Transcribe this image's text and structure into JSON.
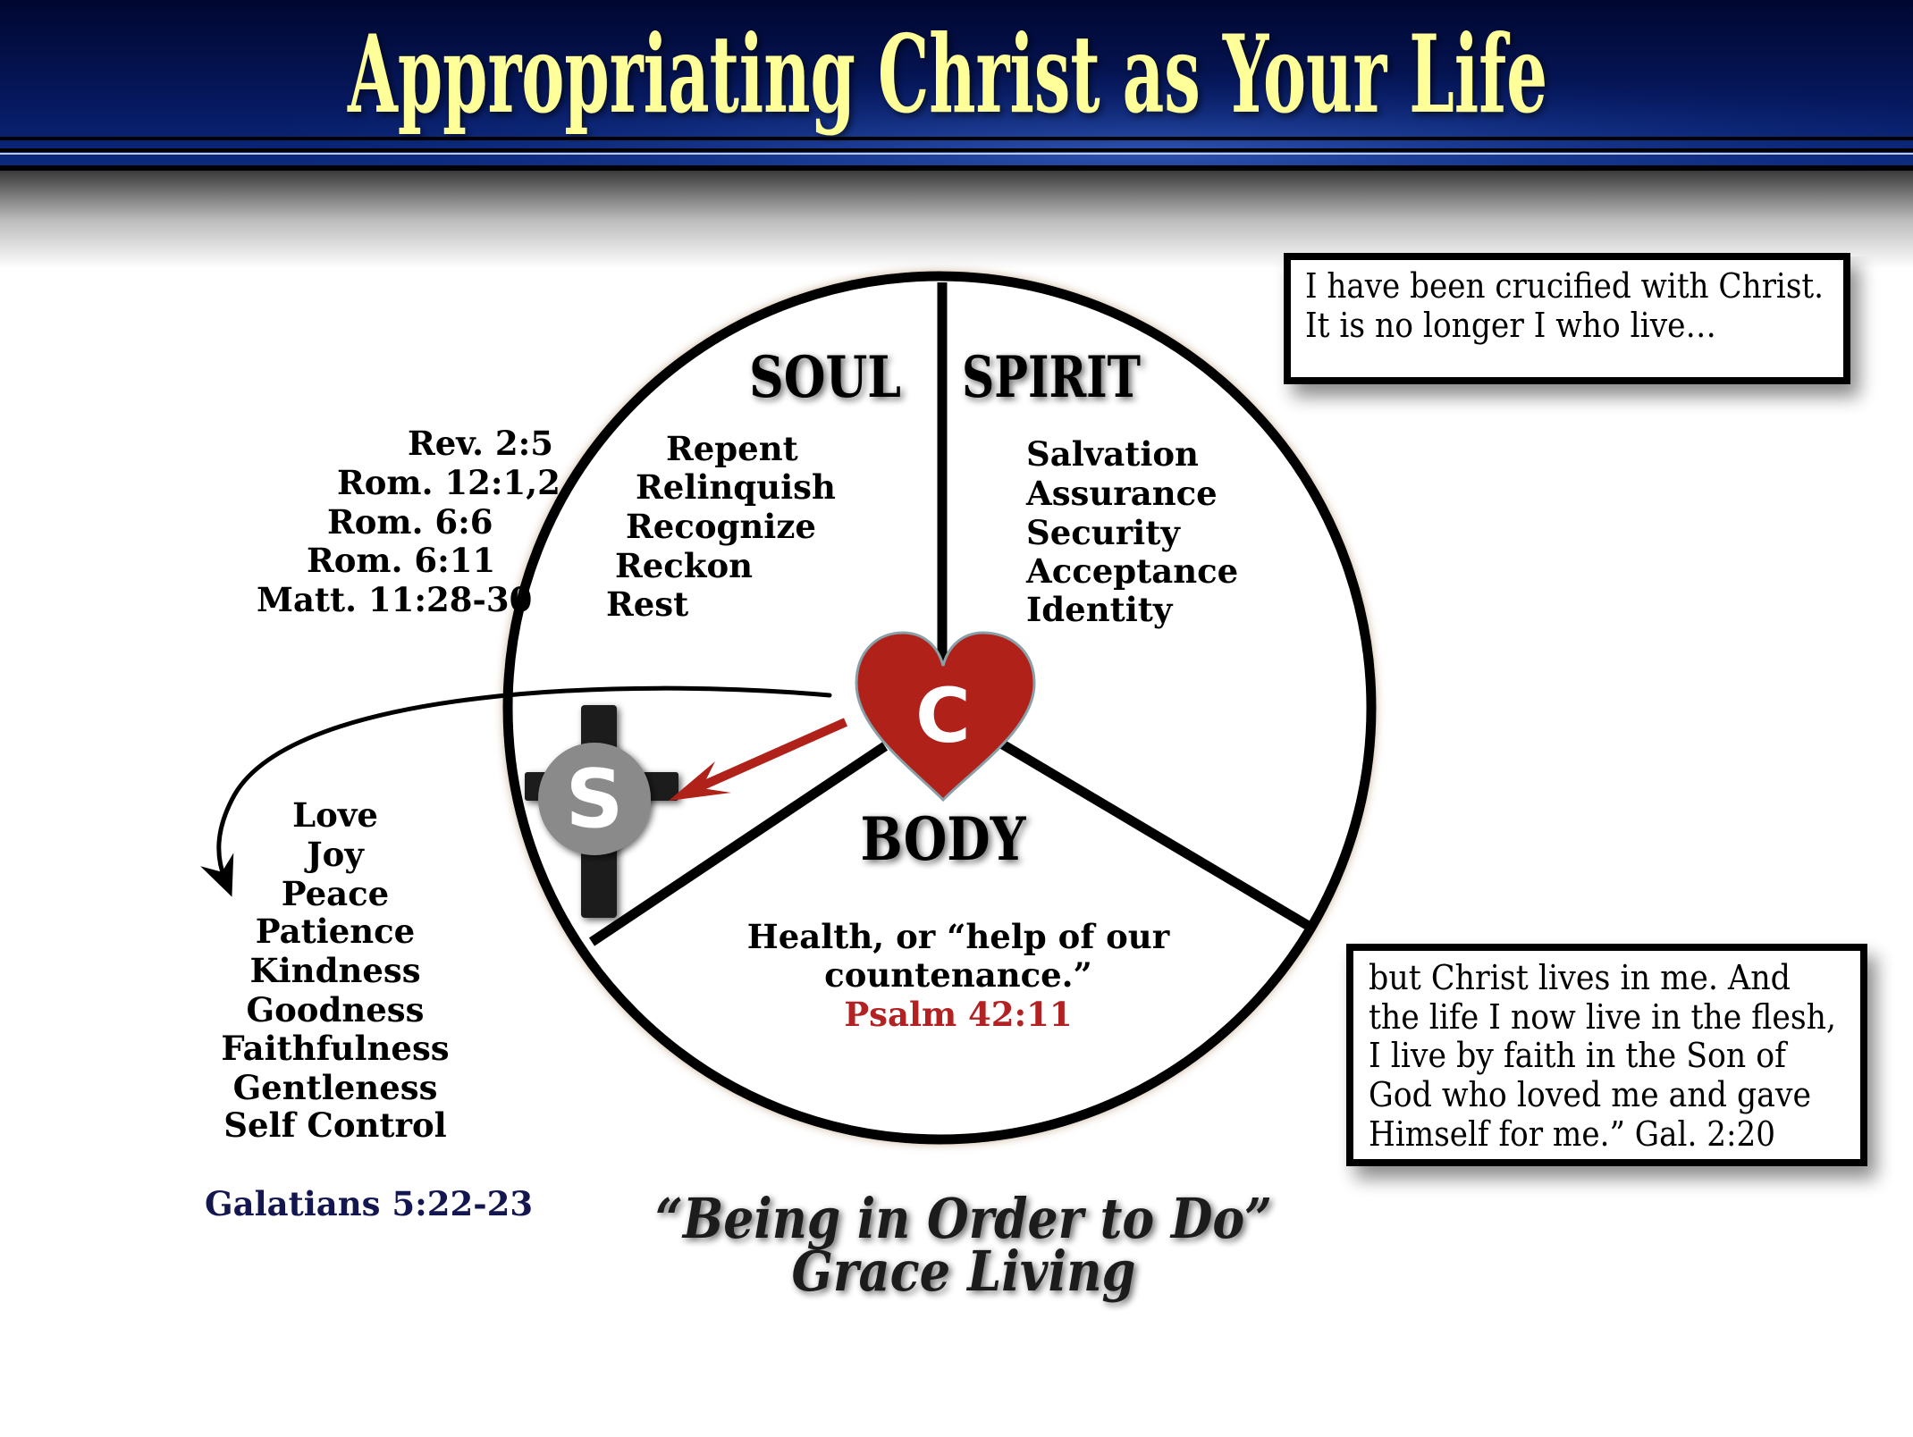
{
  "title": "Appropriating Christ as Your Life",
  "colors": {
    "title": "#ffff99",
    "header_bg": "#020d45",
    "heart": "#b0211a",
    "psalm": "#b22222",
    "galatians": "#141650",
    "s_circle": "#8a8a8a"
  },
  "diagram": {
    "soul": {
      "label": "SOUL",
      "items": [
        "Repent",
        "Relinquish",
        "Recognize",
        "Reckon",
        "Rest"
      ]
    },
    "spirit": {
      "label": "SPIRIT",
      "items": [
        "Salvation",
        "Assurance",
        "Security",
        "Acceptance",
        "Identity"
      ]
    },
    "body": {
      "label": "BODY",
      "text_line1": "Health, or “help of our",
      "text_line2": "countenance.”",
      "reference": "Psalm 42:11"
    },
    "heart_letter": "C",
    "self_letter": "S",
    "icons": [
      "heart-icon",
      "cross-icon"
    ]
  },
  "references": [
    "Rev. 2:5",
    "Rom. 12:1,2",
    "Rom. 6:6",
    "Rom. 6:11",
    "Matt. 11:28-30"
  ],
  "fruits": {
    "items": [
      "Love",
      "Joy",
      "Peace",
      "Patience",
      "Kindness",
      "Goodness",
      "Faithfulness",
      "Gentleness",
      "Self Control"
    ],
    "reference": "Galatians 5:22-23"
  },
  "quote_box_1": {
    "lines": [
      "I have been crucified with Christ.",
      "It is no longer I who live…"
    ]
  },
  "quote_box_2": {
    "lines": [
      "but Christ lives in me. And",
      "the life I now live in the flesh,",
      "I live by faith in the Son of",
      "God who loved me and gave",
      "Himself for me.” Gal. 2:20"
    ]
  },
  "tagline": {
    "line1": "“Being in Order to Do”",
    "line2": "Grace Living"
  }
}
